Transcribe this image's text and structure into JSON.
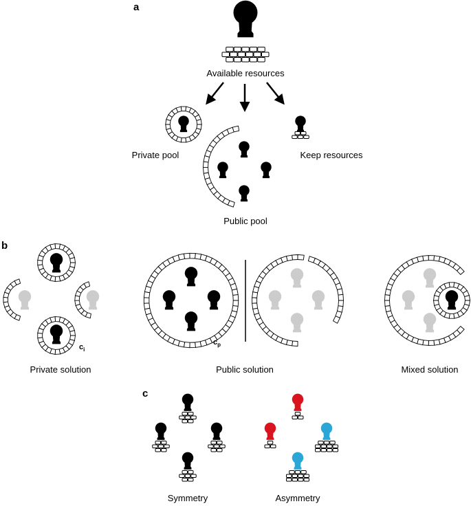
{
  "panels": {
    "a": "a",
    "b": "b",
    "c": "c"
  },
  "labels": {
    "available_resources": "Available resources",
    "private_pool": "Private pool",
    "public_pool": "Public pool",
    "keep_resources": "Keep resources",
    "private_solution": "Private solution",
    "public_solution": "Public solution",
    "mixed_solution": "Mixed solution",
    "symmetry": "Symmetry",
    "asymmetry": "Asymmetry"
  },
  "symbols": {
    "ci_main": "c",
    "ci_sub": "i",
    "cp_main": "c",
    "cp_sub": "p"
  },
  "colors": {
    "ink": "#000000",
    "faded": "#cccccc",
    "red": "#d9141e",
    "blue": "#2aa7d6"
  },
  "icons": {
    "agent": "keyhole-agent-icon",
    "resource": "brick-stack-icon",
    "pool": "brick-ring-icon"
  }
}
